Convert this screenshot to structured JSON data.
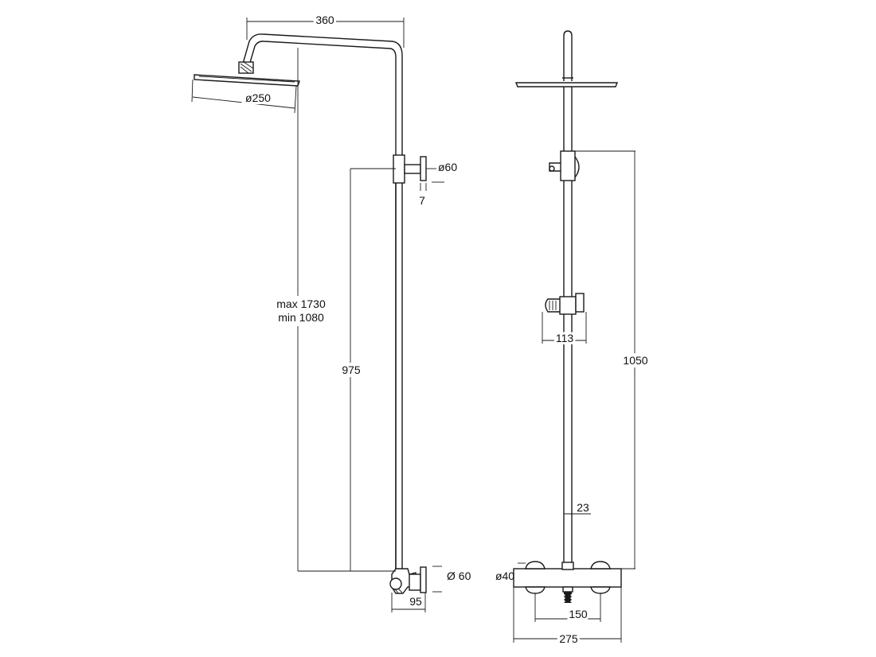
{
  "side_view": {
    "arm_width": "360",
    "head_diameter": "ø250",
    "handle_diameter": "ø60",
    "handle_depth": "7",
    "height_max": "max 1730",
    "height_min": "min 1080",
    "handle_height": "975",
    "valve_diameter": "Ø 60",
    "valve_depth": "95"
  },
  "front_view": {
    "slider_width": "113",
    "rail_length": "1050",
    "pipe_diameter": "23",
    "knob_diameter": "ø40",
    "inlet_spacing": "150",
    "valve_width": "275"
  }
}
